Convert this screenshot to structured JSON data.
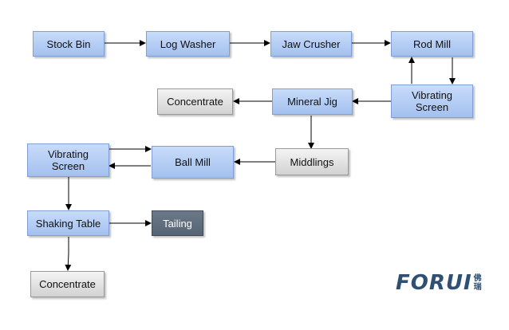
{
  "nodes": {
    "stock_bin": "Stock Bin",
    "log_washer": "Log Washer",
    "jaw_crusher": "Jaw Crusher",
    "rod_mill": "Rod Mill",
    "vibrating_screen_1": "Vibrating\nScreen",
    "mineral_jig": "Mineral Jig",
    "concentrate_1": "Concentrate",
    "middlings": "Middlings",
    "ball_mill": "Ball Mill",
    "vibrating_screen_2": "Vibrating\nScreen",
    "shaking_table": "Shaking Table",
    "tailing": "Tailing",
    "concentrate_2": "Concentrate"
  },
  "logo": {
    "word": "FORUI",
    "cn_top": "佛",
    "cn_bottom": "瑞"
  },
  "colors": {
    "process": "#a3c0ee",
    "product": "#d2d2d2",
    "waste": "#566473",
    "arrow": "#000000",
    "logo": "#2f4f73"
  }
}
